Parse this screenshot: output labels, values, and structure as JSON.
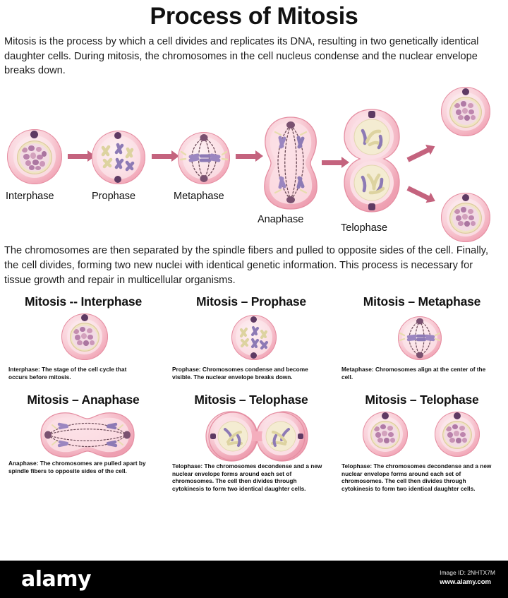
{
  "header": {
    "title": "Process of Mitosis",
    "intro": "Mitosis is the process by which a cell divides and replicates its DNA, resulting in two genetically identical daughter cells. During mitosis, the chromosomes in the cell nucleus condense and the nuclear envelope breaks down."
  },
  "flow": {
    "stages": [
      {
        "label": "Interphase"
      },
      {
        "label": "Prophase"
      },
      {
        "label": "Metaphase"
      },
      {
        "label": "Anaphase"
      },
      {
        "label": "Telophase"
      }
    ]
  },
  "mid_para": "The chromosomes are then separated by the spindle fibers and pulled to opposite sides of the cell. Finally, the cell divides, forming two new nuclei with identical genetic information. This process is necessary for tissue growth and repair in multicellular organisms.",
  "panels": [
    {
      "title": "Mitosis -- Interphase",
      "caption": "Interphase: The stage of the cell cycle that occurs before mitosis."
    },
    {
      "title": "Mitosis – Prophase",
      "caption": "Prophase: Chromosomes condense and become visible. The nuclear envelope breaks down."
    },
    {
      "title": "Mitosis – Metaphase",
      "caption": "Metaphase: Chromosomes align at the center of the cell."
    },
    {
      "title": "Mitosis – Anaphase",
      "caption": "Anaphase: The chromosomes are pulled apart by spindle fibers to opposite sides of the cell."
    },
    {
      "title": "Mitosis – Telophase",
      "caption": "Telophase: The chromosomes decondense and a new nuclear envelope forms around each set of chromosomes. The cell then divides through cytokinesis to form two identical daughter cells."
    },
    {
      "title": "Mitosis – Telophase",
      "caption": "Telophase: The chromosomes decondense and a new nuclear envelope forms around each set of chromosomes. The cell then divides through cytokinesis to form two identical daughter cells."
    }
  ],
  "footer": {
    "logo": "alamy",
    "image_id": "Image ID: 2NHTX7M",
    "url": "www.alamy.com"
  },
  "colors": {
    "membrane": "#eb96aa",
    "cytoplasm": "#fbdfe5",
    "nuclear_envelope": "#f0e4c4",
    "centrosome": "#5e3a63",
    "chromosome_purple": "#8d7ab5",
    "chromosome_yellow": "#ddd3a0",
    "arrow": "#c4637e",
    "footer_bg": "#000000"
  }
}
